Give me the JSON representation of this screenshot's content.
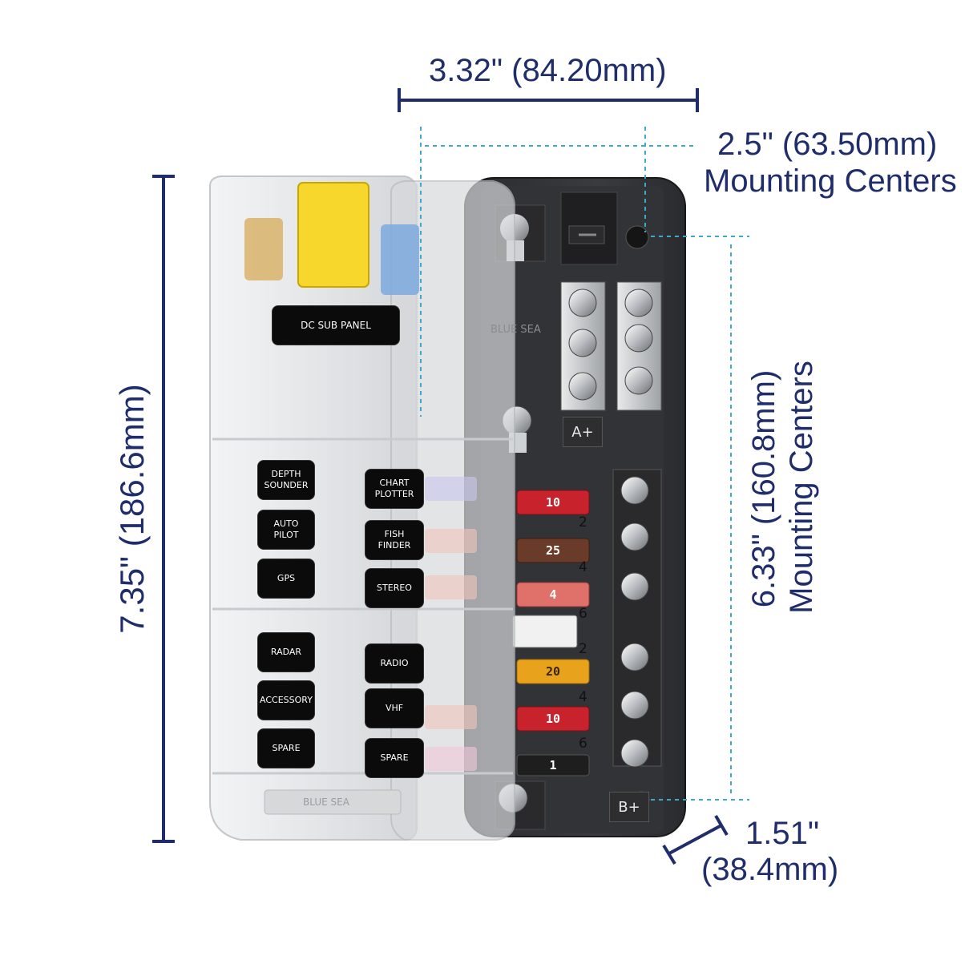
{
  "dimensions": {
    "width_label": "3.32\" (84.20mm)",
    "mounting_width_line1": "2.5\" (63.50mm)",
    "mounting_width_line2": "Mounting Centers",
    "height_label": "7.35\" (186.6mm)",
    "mounting_height_line1": "6.33\" (160.8mm)",
    "mounting_height_line2": "Mounting Centers",
    "depth_line1": "1.51\"",
    "depth_line2": "(38.4mm)"
  },
  "cover": {
    "title": "DC SUB PANEL",
    "circuit_labels": [
      {
        "text": "DEPTH\nSOUNDER"
      },
      {
        "text": "CHART\nPLOTTER"
      },
      {
        "text": "AUTO\nPILOT"
      },
      {
        "text": "FISH\nFINDER"
      },
      {
        "text": "GPS"
      },
      {
        "text": "STEREO"
      },
      {
        "text": "RADAR"
      },
      {
        "text": "RADIO"
      },
      {
        "text": "ACCESSORY"
      },
      {
        "text": "VHF"
      },
      {
        "text": "SPARE"
      },
      {
        "text": "SPARE"
      }
    ],
    "brand_text": "BLUE SEA"
  },
  "block": {
    "brand_text": "BLUE SEA",
    "bus_a_label": "A+",
    "bus_b_label": "B+",
    "negative_label": "−",
    "fuse_ratings": [
      "10",
      "25",
      "4",
      "20",
      "10",
      "1"
    ],
    "fuse_positions": [
      "2",
      "4",
      "6",
      "2",
      "4",
      "6"
    ],
    "colors": {
      "fuse_red": "#c8232c",
      "fuse_brown": "#6b3b2a",
      "fuse_pink": "#e0706a",
      "fuse_amber": "#e8a21c",
      "fuse_black": "#1e1e1e",
      "cover_clear": "#e6e8ea",
      "dimension_blue": "#1f2d6b",
      "guide_cyan": "#3fa9c9"
    }
  }
}
